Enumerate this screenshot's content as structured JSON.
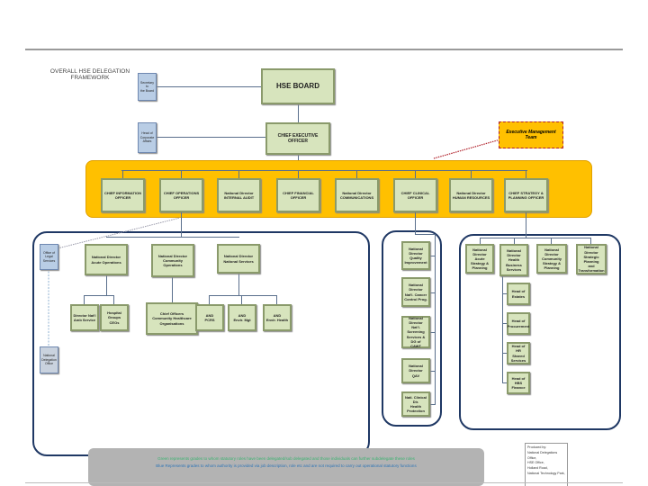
{
  "title": "OVERALL HSE DELEGATION\nFRAMEWORK",
  "board": "HSE BOARD",
  "ceo": "CHIEF EXECUTIVE OFFICER",
  "secretary": "Secretary to\nthe Board",
  "corp_affairs": "Head of\nCorporate\nAffairs",
  "emt_callout": "Executive Management\nTeam",
  "exec_team": [
    "CHIEF INFORMATION\nOFFICER",
    "CHIEF OPERATIONS OFFICER",
    "National Director\nINTERNAL AUDIT",
    "CHIEF FINANCIAL OFFICER",
    "National Director\nCOMMUNICATIONS",
    "CHIEF CLINICAL OFFICER",
    "National Director\nHUMAN RESOURCES",
    "CHIEF STRATEGY &\nPLANNING OFFICER"
  ],
  "operations": {
    "legal": "Office of\nLegal\nServices",
    "delegation_office": "National\nDelegation\nOffice",
    "directors": [
      "National Director\nAcute Operations",
      "National Director\nCommunity\nOperations",
      "National Director\nNational Services"
    ],
    "sub": [
      "Director Nat'l\nAmb Service",
      "Hospital Groups\nCEOs",
      "Chief Officers\nCommunity Healthcare\nOrganisations",
      "AND\nPCRS",
      "AND\nEnvir. Mgt",
      "AND\nEnvir. Health"
    ]
  },
  "clinical": [
    "National Director\nQuality\nImprovement",
    "National Director\nNat'l. Cancer\nControl Prog.",
    "National Director\nNat'l. Screening\nServices & DG of\nCAWT",
    "National Director\nQAV",
    "Natl. Clinical Dir.\nHealth Protection"
  ],
  "strategy": {
    "directors": [
      "National Director\nAcute Strategy &\nPlanning",
      "National Director\nHealth Business\nServices",
      "National Director\nCommunity\nStrategy & Planning",
      "National Director\nStrategic Planning\nand Transformation"
    ],
    "heads": [
      "Head of\nEstates",
      "Head of\nProcurement",
      "Head of HR\nShared Services",
      "Head of HBS\nFinance"
    ]
  },
  "legend": {
    "green": "Green represents grades to whom statutory roles have been delegated/sub delegated and those individuals can further subdelegate these roles",
    "blue": "Blue Represents grades to whom authority is provided via job description, role etc and are not required to carry out operational statutory functions"
  },
  "produced_by": "Produced by:\nNational Delegations Office,\nHSE Office,\nHolland Road,\nNational Technology Park,",
  "colors": {
    "green_box": "#d7e4bd",
    "blue_box": "#b9cde5",
    "orange_band": "#ffc000",
    "frame": "#1f3864",
    "legend_green": "#3cb371",
    "legend_blue": "#2e75b6"
  }
}
